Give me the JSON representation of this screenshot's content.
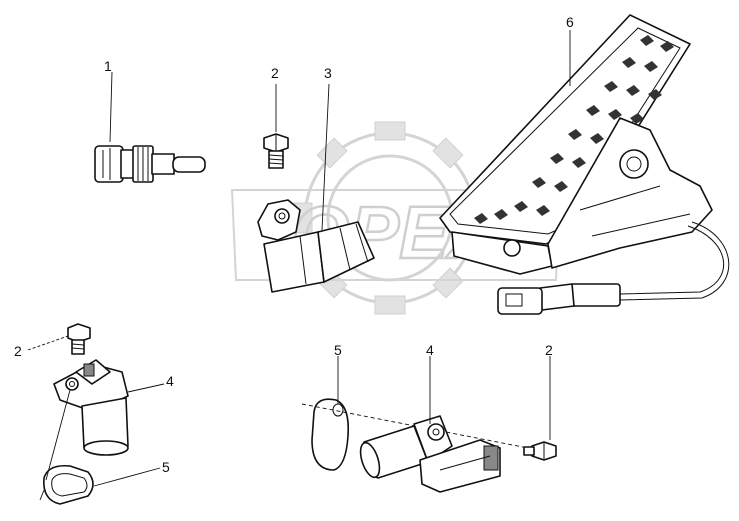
{
  "callouts": [
    {
      "id": "c1",
      "label": "1"
    },
    {
      "id": "c2a",
      "label": "2"
    },
    {
      "id": "c3",
      "label": "3"
    },
    {
      "id": "c6",
      "label": "6"
    },
    {
      "id": "c2b",
      "label": "2"
    },
    {
      "id": "c4a",
      "label": "4"
    },
    {
      "id": "c5a",
      "label": "5"
    },
    {
      "id": "c5b",
      "label": "5"
    },
    {
      "id": "c4b",
      "label": "4"
    },
    {
      "id": "c2c",
      "label": "2"
    }
  ],
  "watermark": {
    "text": "OPEX"
  },
  "colors": {
    "line": "#111111",
    "watermark": "#d4d4d4",
    "background": "#ffffff"
  }
}
